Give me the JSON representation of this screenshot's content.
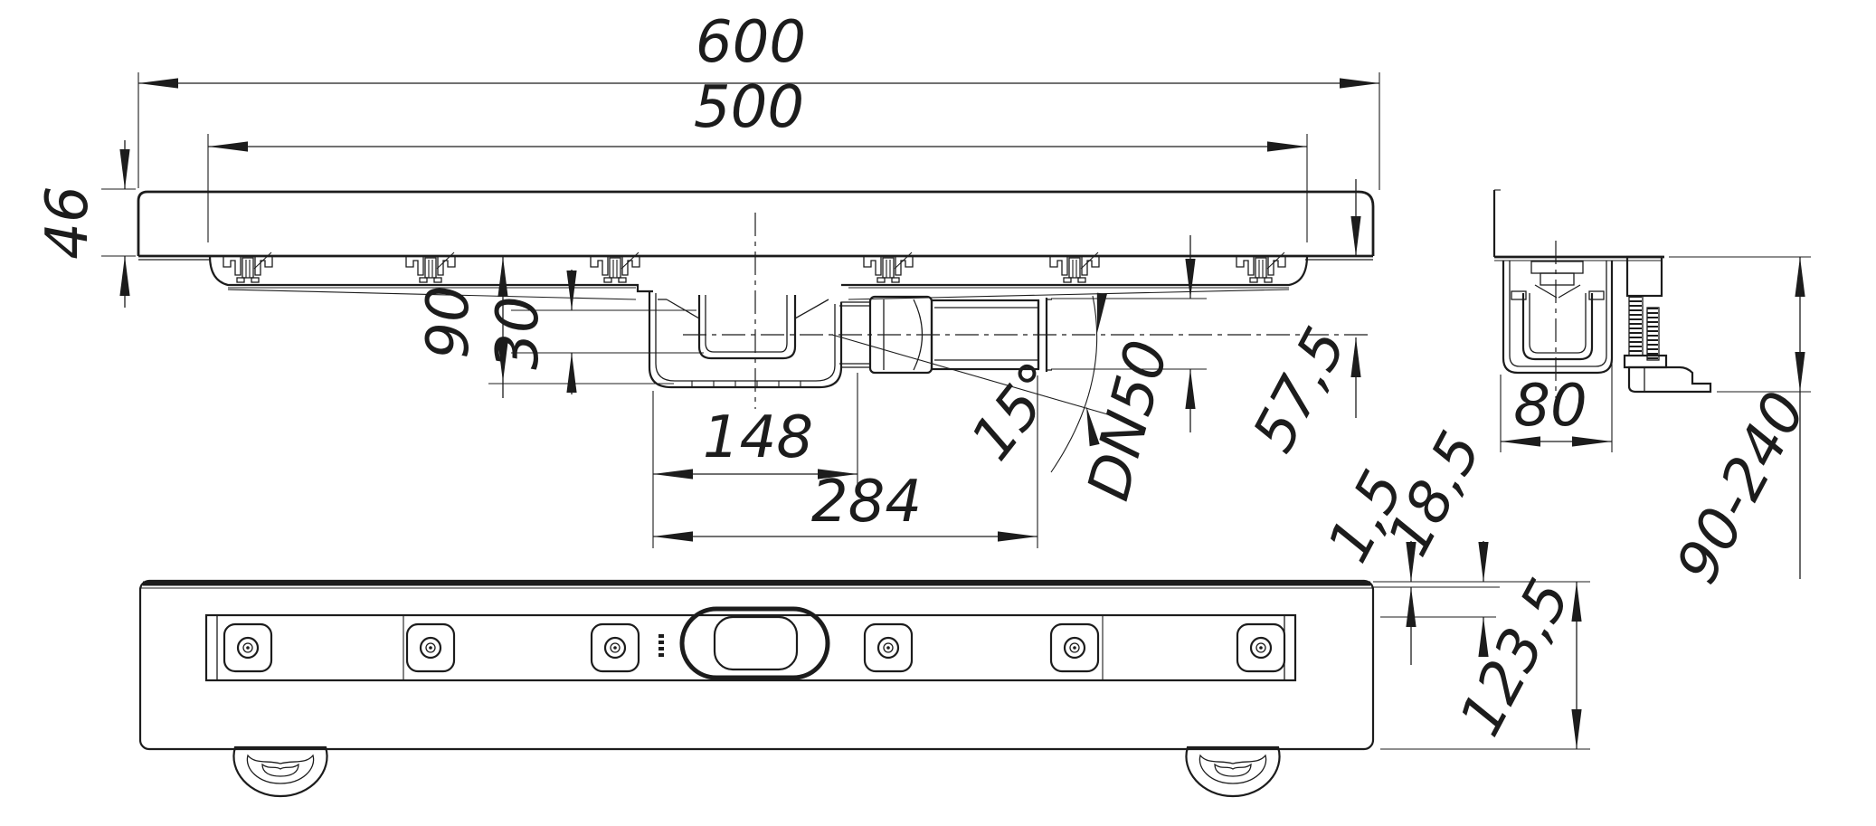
{
  "drawing": {
    "kind": "technical-cad-drawing",
    "subject": "linear shower drain channel with trap and adjustable feet",
    "background": "#ffffff",
    "line_color": "#1c1c1c",
    "views": {
      "side_section": "side section view",
      "cross_section": "end cross-section view with adjustable foot",
      "plan_bottom": "bottom plan view with fixing pads and feet"
    },
    "dims": {
      "overall_length": "600",
      "grate_length": "500",
      "edge_height": "46",
      "trap_depth": "90",
      "water_seal_depth": "30",
      "trap_length": "148",
      "outlet_length": "284",
      "outlet_angle": "15°",
      "outlet_diameter": "DN50",
      "outlet_center_height": "57,5",
      "channel_width": "80",
      "height_range": "90-240",
      "top_lip": "1,5",
      "flange_depth": "18,5",
      "plan_height": "123,5"
    }
  }
}
